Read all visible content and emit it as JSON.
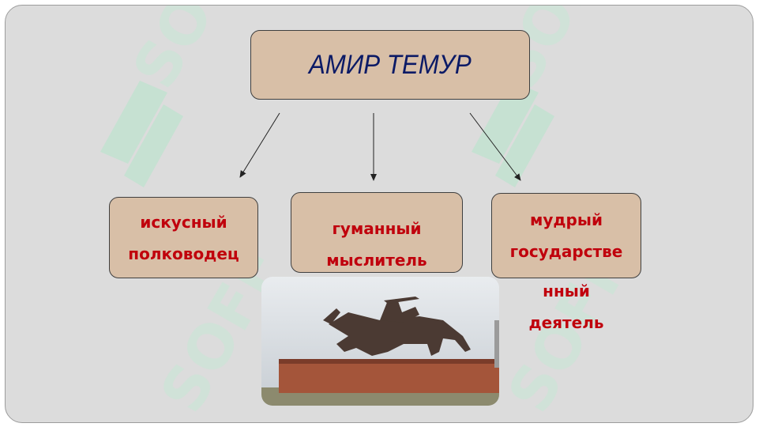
{
  "title": "АМИР ТЕМУР",
  "nodes": [
    {
      "line1": "искусный",
      "line2": "полководец"
    },
    {
      "line1": "гуманный",
      "line2": "мыслитель"
    },
    {
      "line1": "мудрый",
      "line2": "государстве",
      "line3": "нный",
      "line4": "деятель"
    }
  ],
  "watermark_text": "SOFF",
  "colors": {
    "box_fill": "#d8bfa7",
    "title_text": "#0b1a66",
    "node_text": "#c0000c",
    "background": "#dcdcdc"
  }
}
